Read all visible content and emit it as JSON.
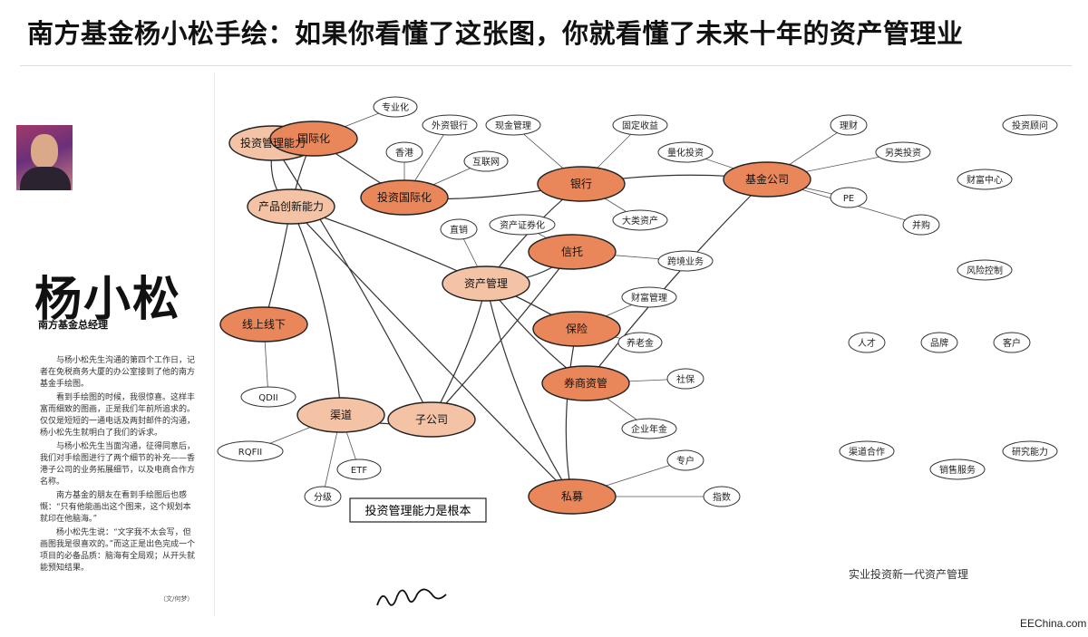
{
  "headline": "南方基金杨小松手绘：如果你看懂了这张图，你就看懂了未来十年的资产管理业",
  "profile": {
    "name": "杨小松",
    "role": "南方基金总经理",
    "paragraphs": [
      "与杨小松先生沟通的第四个工作日，记者在免税商务大厦的办公室接到了他的南方基金手绘图。",
      "看到手绘图的时候，我很惊喜。这样丰富而细致的图画，正是我们年前所追求的。仅仅是短短的一通电话及两封邮件的沟通，杨小松先生就明白了我们的诉求。",
      "与杨小松先生当面沟通，征得同意后，我们对手绘图进行了两个细节的补充——香港子公司的业务拓展细节，以及电商合作方名称。",
      "南方基金的朋友在看到手绘图后也感慨：“只有他能画出这个图来，这个规划本就印在他脑海。”",
      "杨小松先生说：“文字我不太会写，但画图我是很喜欢的。”而这正是出色完成一个项目的必备品质：脑海有全局观；从开头就能预知结果。"
    ],
    "byline": "（文/何梦）"
  },
  "mindmap": {
    "hubs": [
      {
        "id": "h_cmts",
        "label": "投资管理能力"
      },
      {
        "id": "h_cpcx",
        "label": "产品创新能力"
      },
      {
        "id": "h_ghh",
        "label": "国际化"
      },
      {
        "id": "h_ygh",
        "label": "投资国际化"
      },
      {
        "id": "h_zcgl",
        "label": "资产管理"
      },
      {
        "id": "h_yh",
        "label": "银行"
      },
      {
        "id": "h_xt",
        "label": "信托"
      },
      {
        "id": "h_bx",
        "label": "保险"
      },
      {
        "id": "h_qs",
        "label": "券商资管"
      },
      {
        "id": "h_zgs",
        "label": "子公司"
      },
      {
        "id": "h_sm",
        "label": "私募"
      },
      {
        "id": "h_jj",
        "label": "基金公司"
      },
      {
        "id": "h_xs",
        "label": "线上线下"
      },
      {
        "id": "h_qd",
        "label": "渠道"
      }
    ],
    "notes": [
      "专业化",
      "外资银行",
      "香港",
      "现金管理",
      "互联网",
      "直销",
      "资产证券化",
      "固定收益",
      "量化投资",
      "大类资产",
      "跨境业务",
      "财富管理",
      "养老金",
      "社保",
      "企业年金",
      "专户",
      "指数",
      "ETF",
      "分级",
      "QDII",
      "RQFII",
      "理财",
      "另类投资",
      "PE",
      "并购",
      "财富中心",
      "投资顾问",
      "风险控制",
      "人才",
      "品牌",
      "客户",
      "渠道合作",
      "销售服务",
      "研究能力"
    ],
    "footer_note": "投资管理能力是根本",
    "bottom_caption": "实业投资新一代资产管理",
    "signature": "杨小松"
  },
  "credit": "EEChina.com"
}
